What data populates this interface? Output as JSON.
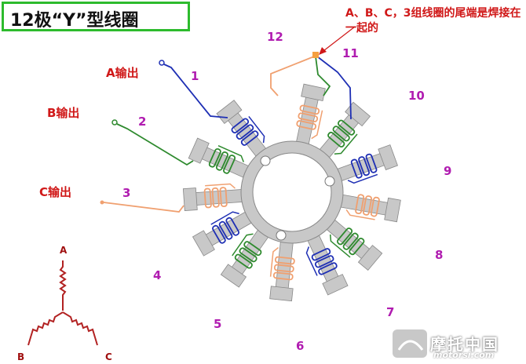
{
  "title": "12极“Y”型线圈",
  "annotation": "A、B、C，3组线圈的尾端是焊接在一起的",
  "outputs": {
    "a": "A输出",
    "b": "B输出",
    "c": "C输出"
  },
  "pole_numbers": [
    "1",
    "2",
    "3",
    "4",
    "5",
    "6",
    "7",
    "8",
    "9",
    "10",
    "11",
    "12"
  ],
  "y_symbol": {
    "a": "A",
    "b": "B",
    "c": "C"
  },
  "watermark": {
    "text": "摩托中国",
    "url": "motorsi.com"
  },
  "colors": {
    "phase_a": "#1e2fb4",
    "phase_b": "#2e8a2e",
    "phase_c": "#f0a070",
    "tooth": "#c8c8c8",
    "label_red": "#d01818",
    "number_magenta": "#b01cb0",
    "title_border": "#2dbb2d"
  }
}
